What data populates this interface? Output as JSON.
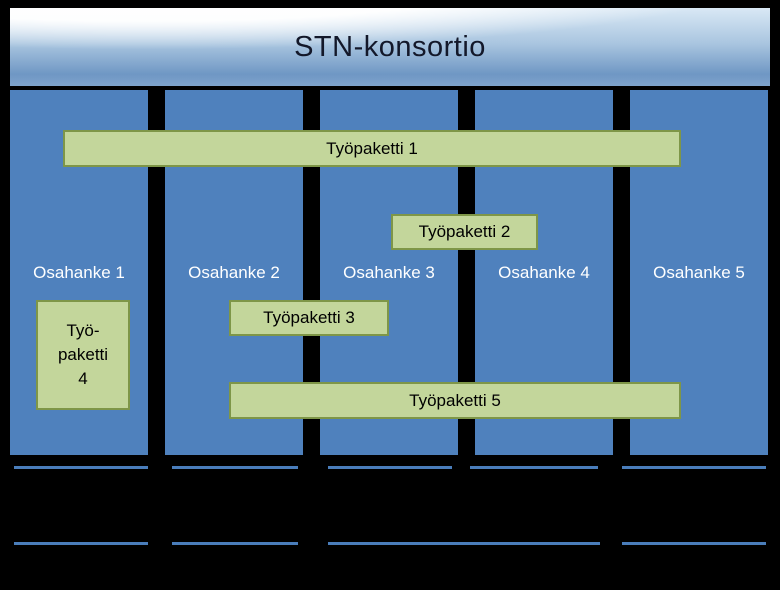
{
  "title": "STN-konsortio",
  "columns": [
    {
      "label": "Osahanke 1"
    },
    {
      "label": "Osahanke 2"
    },
    {
      "label": "Osahanke 3"
    },
    {
      "label": "Osahanke 4"
    },
    {
      "label": "Osahanke 5"
    }
  ],
  "workpackages": [
    {
      "label": "Työpaketti 1"
    },
    {
      "label": "Työpaketti 2"
    },
    {
      "label": "Työpaketti 3"
    },
    {
      "label": "Työ-\npaketti\n4"
    },
    {
      "label": "Työpaketti 5"
    }
  ],
  "colors": {
    "background": "#000000",
    "column_blue": "#4f81bd",
    "workpackage_green": "#c3d69b",
    "workpackage_border": "#7e9648",
    "line_blue": "#4a7dba",
    "header_text": "#13182a"
  }
}
